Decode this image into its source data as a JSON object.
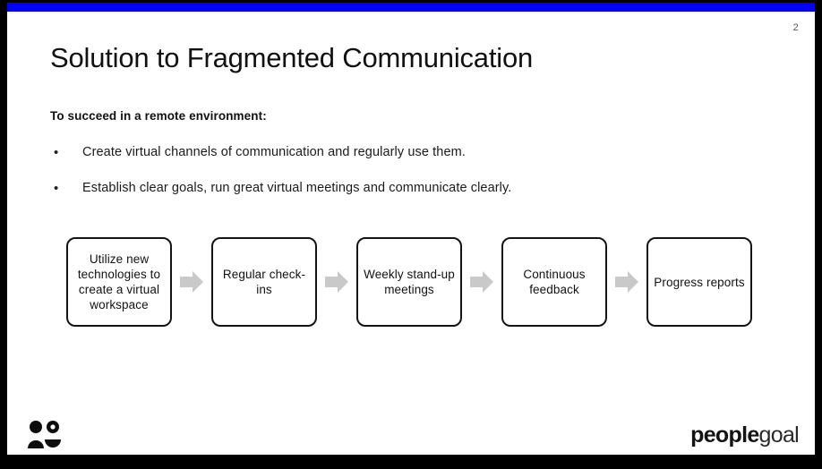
{
  "colors": {
    "accent_bar": "#0000FF",
    "frame": "#000000",
    "slide_background": "#FFFFFF",
    "box_border": "#141414",
    "arrow_fill": "#C9C9C9",
    "text": "#111111"
  },
  "slide": {
    "page_number": "2",
    "title": "Solution to Fragmented Communication",
    "lead_in": "To succeed in a remote environment:",
    "bullets": [
      {
        "marker": "•",
        "text": "Create virtual channels of communication and regularly use them."
      },
      {
        "marker": "•",
        "text": "Establish clear goals, run great virtual meetings and communicate clearly."
      }
    ],
    "process_flow": {
      "arrow_icon": "arrow-right-icon",
      "steps": [
        {
          "label": "Utilize new technologies to create a virtual workspace"
        },
        {
          "label": "Regular check-ins"
        },
        {
          "label": "Weekly stand-up meetings"
        },
        {
          "label": "Continuous feedback"
        },
        {
          "label": "Progress reports"
        }
      ]
    },
    "footer": {
      "logo_mark_icon": "people-group-icon",
      "wordmark_strong": "people",
      "wordmark_light": "goal"
    }
  }
}
